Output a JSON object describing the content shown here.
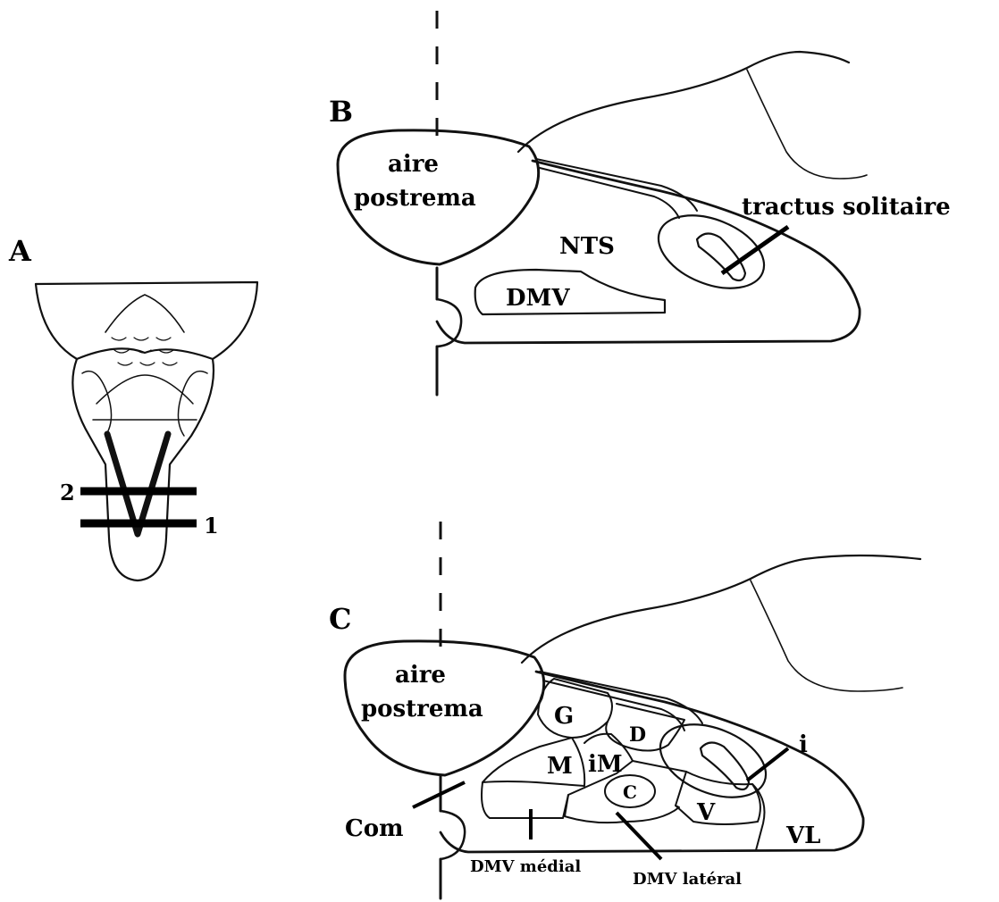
{
  "panel_a": {
    "letter": "A",
    "cut_2": "2",
    "cut_1": "1"
  },
  "panel_b": {
    "letter": "B",
    "area_postrema_line1": "aire",
    "area_postrema_line2": "postrema",
    "nts": "NTS",
    "dmv": "DMV",
    "tractus": "tractus solitaire"
  },
  "panel_c": {
    "letter": "C",
    "area_postrema_line1": "aire",
    "area_postrema_line2": "postrema",
    "g": "G",
    "d": "D",
    "m": "M",
    "im": "iM",
    "c": "C",
    "v": "V",
    "vl": "VL",
    "i": "i",
    "com": "Com",
    "dmv_medial": "DMV médial",
    "dmv_lateral": "DMV latéral"
  },
  "colors": {
    "ink": "#111111",
    "background": "#ffffff",
    "cut_line": "#000000"
  }
}
